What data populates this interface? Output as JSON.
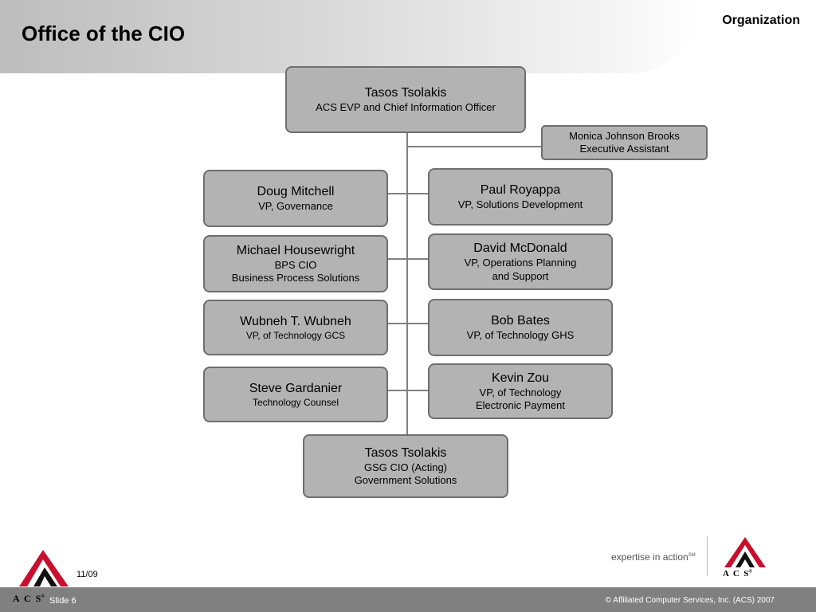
{
  "header": {
    "title": "Office of the CIO",
    "section": "Organization"
  },
  "org": {
    "head": {
      "name": "Tasos Tsolakis",
      "lines": [
        "ACS EVP and Chief Information Officer"
      ]
    },
    "assistant": {
      "name": "Monica Johnson Brooks",
      "lines": [
        "Executive Assistant"
      ]
    },
    "left": [
      {
        "name": "Doug Mitchell",
        "lines": [
          "VP, Governance"
        ]
      },
      {
        "name": "Michael Housewright",
        "lines": [
          "BPS CIO",
          "Business Process Solutions"
        ]
      },
      {
        "name": "Wubneh T. Wubneh",
        "lines": [
          "VP, of Technology  GCS"
        ]
      },
      {
        "name": "Steve Gardanier",
        "lines": [
          "Technology Counsel"
        ]
      }
    ],
    "right": [
      {
        "name": "Paul Royappa",
        "lines": [
          "VP, Solutions Development"
        ]
      },
      {
        "name": "David McDonald",
        "lines": [
          "VP, Operations Planning",
          "and Support"
        ]
      },
      {
        "name": "Bob Bates",
        "lines": [
          "VP, of Technology  GHS"
        ]
      },
      {
        "name": "Kevin Zou",
        "lines": [
          "VP, of Technology",
          "Electronic Payment"
        ]
      }
    ],
    "bottom": {
      "name": "Tasos Tsolakis",
      "lines": [
        "GSG CIO (Acting)",
        "Government Solutions"
      ]
    }
  },
  "footer": {
    "tagline": "expertise in action",
    "tagline_mark": "SM",
    "logo_letters": "A  C  S",
    "logo_mark": "®",
    "date": "11/09",
    "slide": "Slide 6",
    "copyright": "© Affiliated Computer Services, Inc. (ACS) 2007"
  },
  "colors": {
    "box_fill": "#b3b3b3",
    "box_border": "#6e6e6e",
    "connector": "#808080",
    "footer_bar": "#808080",
    "logo_red": "#c8102e"
  }
}
